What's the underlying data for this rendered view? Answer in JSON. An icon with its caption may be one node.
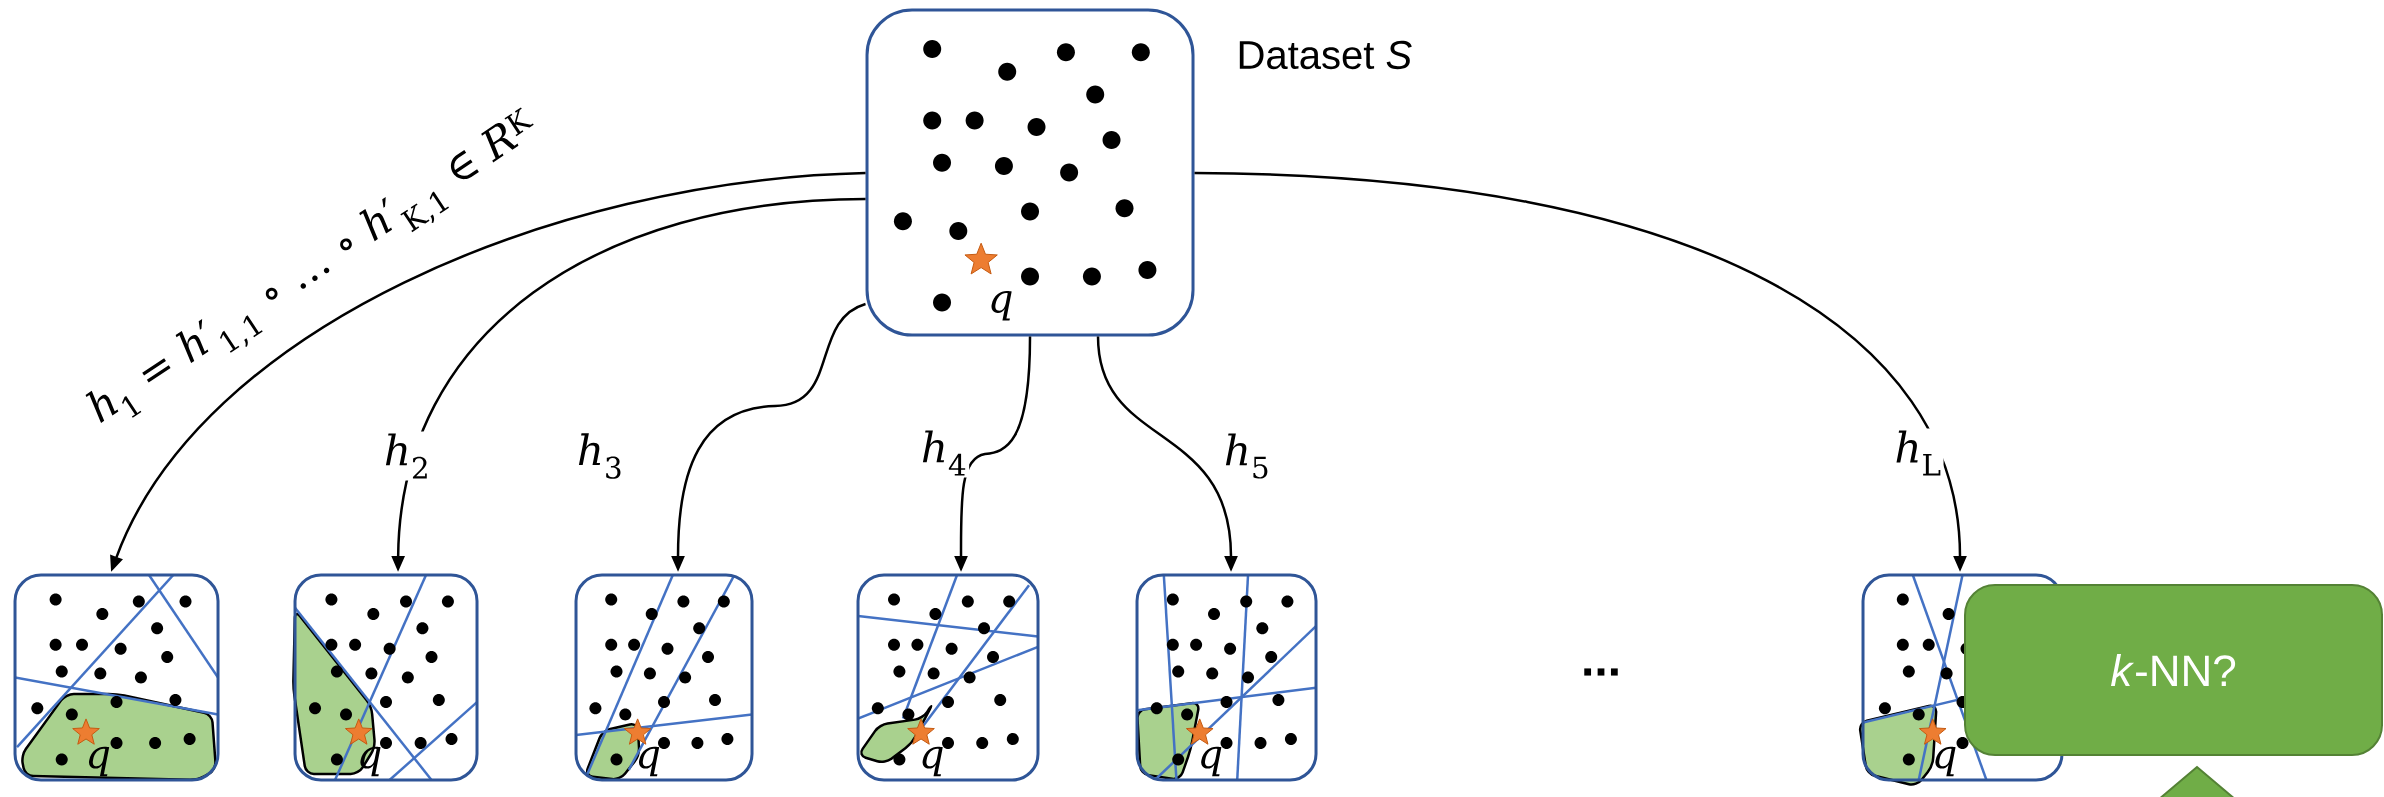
{
  "diagram": {
    "nodes": [
      {
        "text": [
          "q"
        ],
        "beside": [
          "Dataset *S*"
        ]
      },
      {
        "text": [
          "q"
        ]
      },
      {
        "text": [
          "q"
        ]
      },
      {
        "text": [
          "q"
        ]
      },
      {
        "text": [
          "q"
        ]
      },
      {
        "text": [
          "q"
        ]
      },
      {
        "text": [
          "q"
        ]
      },
      {
        "text": [
          "*k*-NN?"
        ]
      }
    ],
    "edges": [
      {
        "from": 0,
        "to": 1,
        "arrow": "to",
        "label": "*h*$_{1}$ = *h*′$_{1,1}$ ∘ … ∘ *h*′$_{K,1}$ ∈ *R*$^{K}$"
      },
      {
        "from": 0,
        "to": 2,
        "arrow": "to",
        "label": "*h*$_{2}$"
      },
      {
        "from": 0,
        "to": 3,
        "arrow": "to",
        "label": "*h*$_{3}$"
      },
      {
        "from": 0,
        "to": 4,
        "arrow": "to",
        "label": "*h*$_{4}$"
      },
      {
        "from": 0,
        "to": 5,
        "arrow": "to",
        "label": "*h*$_{5}$"
      },
      {
        "from": 0,
        "to": 6,
        "arrow": "to",
        "label": "*h*$_{L}$"
      }
    ],
    "labels": [
      "..."
    ]
  }
}
